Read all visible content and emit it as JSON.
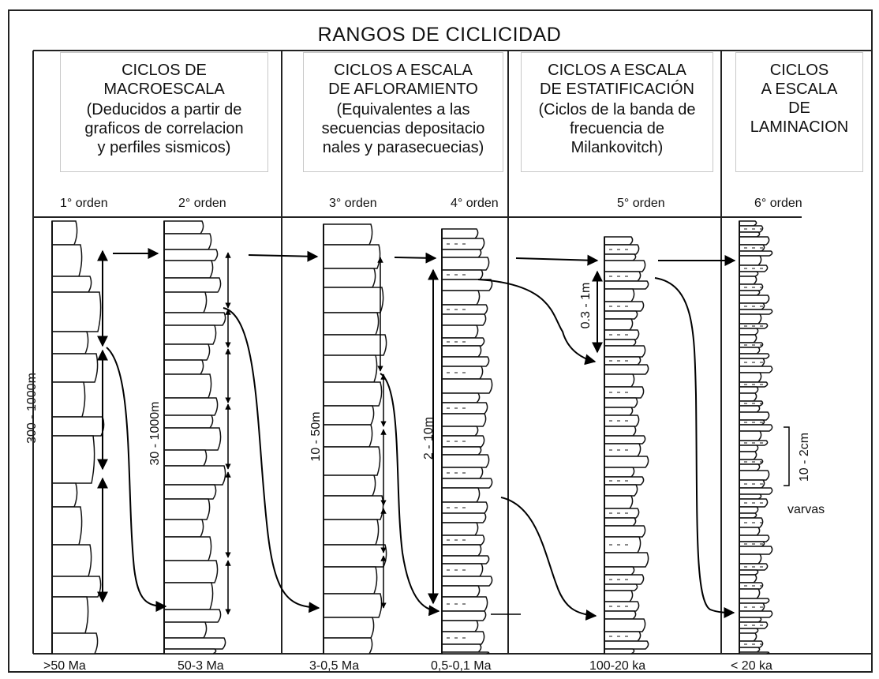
{
  "title": "RANGOS DE CICLICIDAD",
  "groups": [
    {
      "title": "CICLOS  DE\nMACROESCALA",
      "subtitle": "(Deducidos a partir de\ngraficos de correlacion\ny perfiles sismicos)"
    },
    {
      "title": "CICLOS A ESCALA\nDE AFLORAMIENTO",
      "subtitle": "(Equivalentes a las\nsecuencias depositacio\nnales y parasecuecias)"
    },
    {
      "title": "CICLOS A ESCALA\nDE ESTATIFICACIÓN",
      "subtitle": "(Ciclos de la banda de\nfrecuencia de\nMilankovitch)"
    },
    {
      "title": "CICLOS\nA ESCALA\nDE\nLAMINACION",
      "subtitle": ""
    }
  ],
  "orders": [
    "1° orden",
    "2° orden",
    "3° orden",
    "4° orden",
    "5° orden",
    "6° orden"
  ],
  "durations": [
    ">50 Ma",
    "50-3 Ma",
    "3-0,5 Ma",
    "0,5-0,1  Ma",
    "100-20  ka",
    "< 20 ka"
  ],
  "thickness": [
    "300 - 1000m",
    "30 - 1000m",
    "10 - 50m",
    "2 - 10m",
    "0.3 - 1m",
    "10 - 2cm"
  ],
  "annotation": "varvas"
}
